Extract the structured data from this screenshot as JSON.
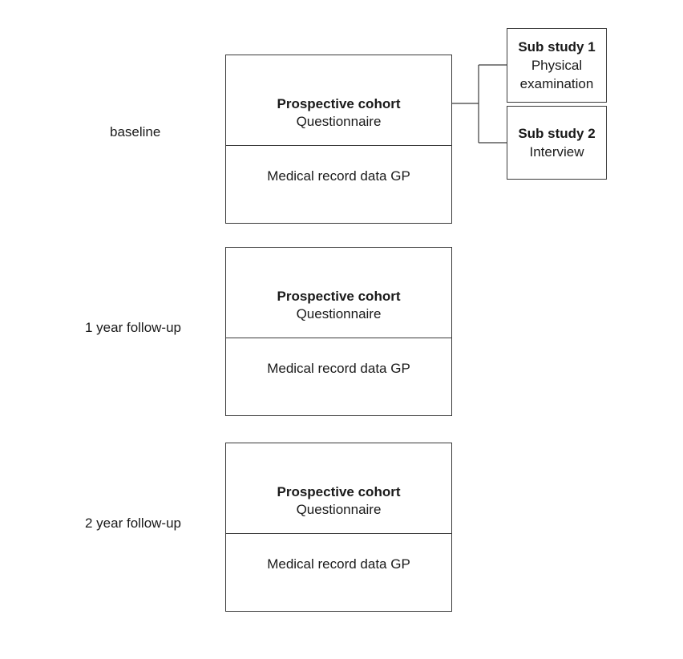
{
  "timepoints": [
    {
      "label": "baseline",
      "cohort_title": "Prospective cohort",
      "cohort_subtitle": "Questionnaire",
      "record": "Medical record data GP"
    },
    {
      "label": "1 year follow-up",
      "cohort_title": "Prospective cohort",
      "cohort_subtitle": "Questionnaire",
      "record": "Medical record data GP"
    },
    {
      "label": "2 year follow-up",
      "cohort_title": "Prospective cohort",
      "cohort_subtitle": "Questionnaire",
      "record": "Medical record data GP"
    }
  ],
  "substudies": [
    {
      "title": "Sub study 1",
      "line1": "Physical",
      "line2": "examination"
    },
    {
      "title": "Sub study 2",
      "line1": "Interview"
    }
  ],
  "colors": {
    "line": "#3a3a3a",
    "text": "#1a1a1a",
    "background": "#ffffff"
  }
}
